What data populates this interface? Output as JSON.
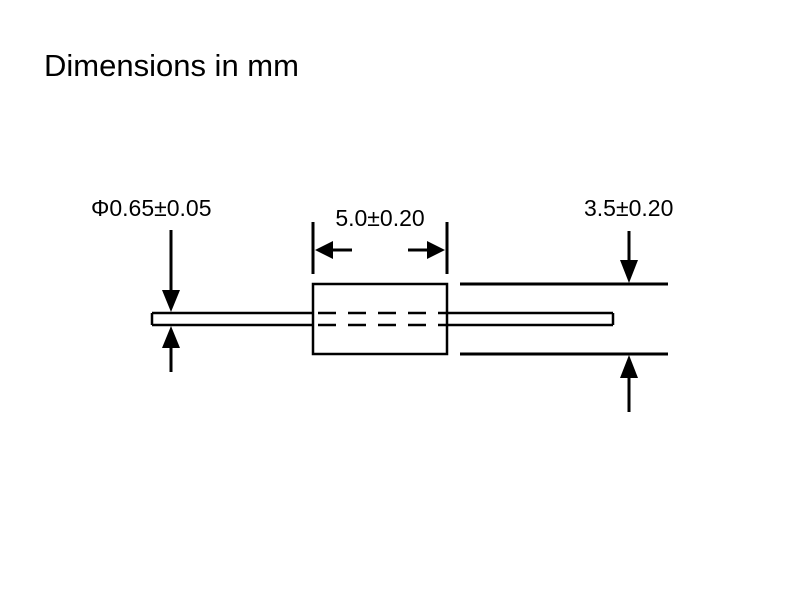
{
  "title": "Dimensions in mm",
  "dimensions": {
    "lead_diameter": "Φ0.65±0.05",
    "body_length": "5.0±0.20",
    "body_diameter": "3.5±0.20"
  },
  "colors": {
    "line": "#000000",
    "background": "#ffffff"
  }
}
